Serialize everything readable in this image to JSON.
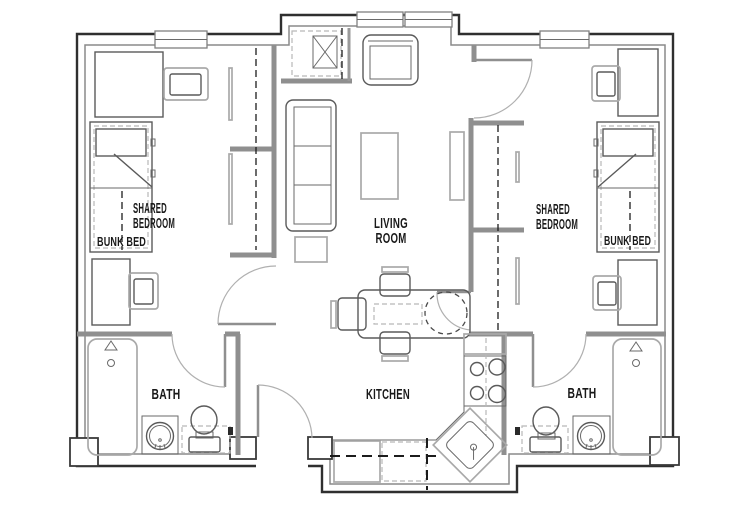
{
  "colors": {
    "background": "#ffffff",
    "exterior_wall": "#2f2f2f",
    "exterior_wall_inner": "#8a8a8a",
    "interior_wall": "#8f8f8f",
    "furniture_dark": "#5a5a5a",
    "furniture_light": "#a9a9a9",
    "dashed_black": "#1c1c1c",
    "label_text": "#191919"
  },
  "rooms": {
    "bedroom_left": {
      "label_line1": "SHARED",
      "label_line2": "BEDROOM",
      "bed_label": "BUNK BED"
    },
    "bedroom_right": {
      "label_line1": "SHARED",
      "label_line2": "BEDROOM",
      "bed_label": "BUNK BED"
    },
    "living_room": {
      "label_line1": "LIVING",
      "label_line2": "ROOM"
    },
    "kitchen": {
      "label": "KITCHEN"
    },
    "bath_left": {
      "label": "BATH"
    },
    "bath_right": {
      "label": "BATH"
    }
  },
  "fixtures": {
    "bedrooms": [
      "desk",
      "desk-chair",
      "bunk-bed",
      "pillow",
      "closet-rod",
      "closet-shelf"
    ],
    "living_room": [
      "sofa",
      "side-table",
      "coffee-table",
      "armchair",
      "tv-console",
      "laundry-closet",
      "washer-dryer"
    ],
    "kitchen": [
      "dining-table",
      "dining-chair",
      "accessible-seat-circle",
      "range",
      "refrigerator-cabinet",
      "corner-sink",
      "base-cabinet",
      "counter"
    ],
    "baths": [
      "bathtub",
      "shower-symbol",
      "drain",
      "toilet",
      "vanity-sink",
      "faucet"
    ],
    "openings": [
      "window",
      "door-swing",
      "entry-door"
    ]
  }
}
